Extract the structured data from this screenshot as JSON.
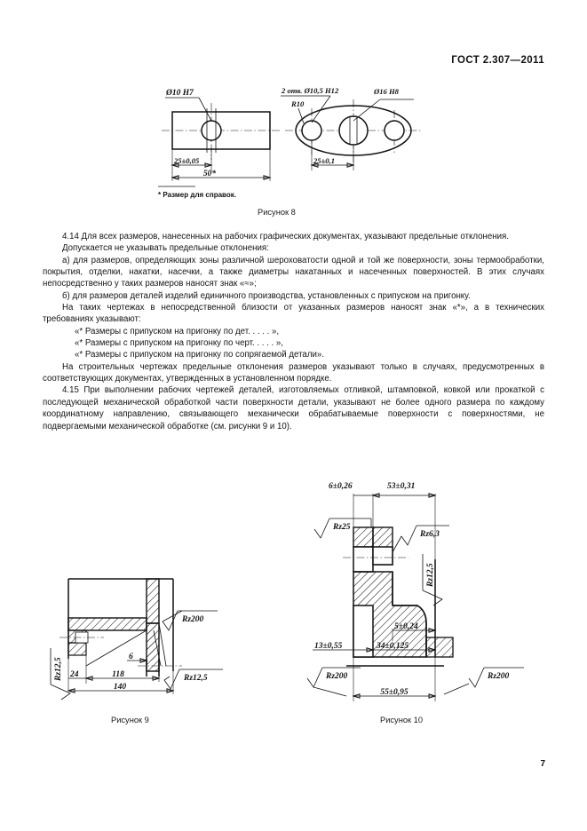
{
  "document": {
    "standard_header": "ГОСТ 2.307—2011",
    "page_number": "7"
  },
  "figure8": {
    "caption": "Рисунок 8",
    "footnote": "* Размер для справок.",
    "left_view": {
      "hole_label": "Ø10 H7",
      "dim_inner": "25±0,05",
      "dim_outer": "50*"
    },
    "right_view": {
      "holes_label": "2 отв. Ø10,5 H12",
      "radius_label": "R10",
      "center_hole_label": "Ø16 H8",
      "dim_center": "25±0,1"
    }
  },
  "text": {
    "p414": "4.14  Для всех размеров, нанесенных на рабочих графических документах, указывают предельные отклонения.",
    "p_allow": "Допускается не указывать предельные отклонения:",
    "p_a": "а)  для размеров, определяющих зоны различной шероховатости одной и той же поверхности, зоны термообработки, покрытия, отделки, накатки, насечки, а также диаметры накатанных и насеченных поверхностей. В этих случаях непосредственно у таких размеров наносят знак «≈»;",
    "p_b": "б)  для размеров деталей изделий единичного производства, установленных с припуском на пригонку.",
    "p_marks": "На таких чертежах в непосредственной близости от указанных размеров наносят знак «*», а в технических требованиях указывают:",
    "q1": "«* Размеры с припуском на пригонку по дет. . . . . »,",
    "q2": "«* Размеры с припуском на пригонку по черт. . . . . »,",
    "q3": "«* Размеры с припуском на пригонку по сопрягаемой детали».",
    "p_build": "На строительных чертежах предельные отклонения размеров указывают только в случаях, предусмотренных в соответствующих документах, утвержденных в установленном порядке.",
    "p415": "4.15  При выполнении рабочих чертежей деталей, изготовляемых отливкой, штамповкой, ковкой или прокаткой с последующей механической обработкой части поверхности детали, указывают не более одного размера по каждому координатному направлению, связывающего механически обрабатываемые поверхности с поверхностями, не подвергаемыми механической обработке (см. рисунки 9 и 10)."
  },
  "figure9": {
    "caption": "Рисунок 9",
    "roughness_top": "Rz200",
    "roughness_right": "Rz12,5",
    "roughness_left": "Rz12,5",
    "dim_24": "24",
    "dim_118": "118",
    "dim_140": "140",
    "dim_6": "6"
  },
  "figure10": {
    "caption": "Рисунок 10",
    "dim_6": "6±0,26",
    "dim_53": "53±0,31",
    "dim_5": "5±0,24",
    "dim_13": "13±0,55",
    "dim_34": "34±0,125",
    "dim_55": "55±0,95",
    "roughness_rz25": "Rz25",
    "roughness_rz63": "Rz6,3",
    "roughness_rz125": "Rz12,5",
    "roughness_rz200_left": "Rz200",
    "roughness_rz200_right": "Rz200"
  },
  "colors": {
    "ink": "#111111",
    "paper": "#ffffff"
  }
}
